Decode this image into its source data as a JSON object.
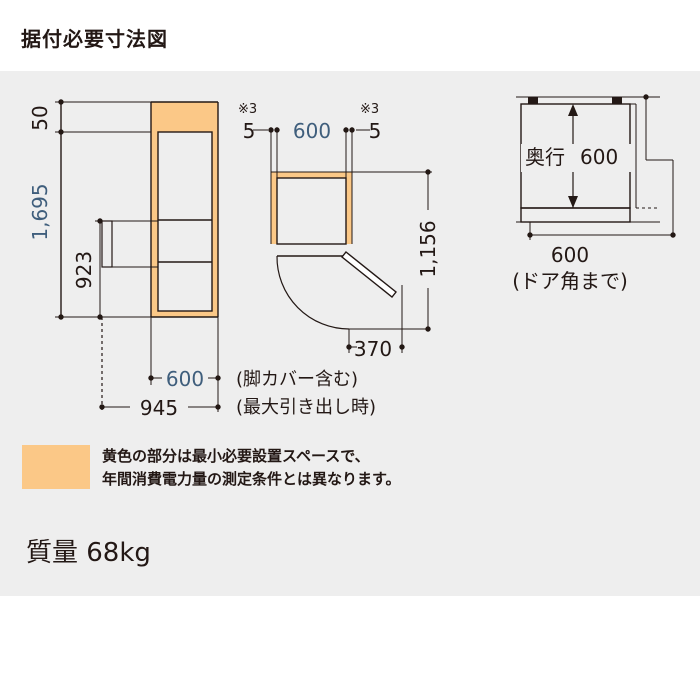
{
  "page_title": "据付必要寸法図",
  "dimensions": {
    "top_clearance": "50",
    "height": "1,695",
    "door_handle_height": "923",
    "depth_with_cover": "600",
    "depth_with_cover_note": "(脚カバー含む)",
    "depth_max_open": "945",
    "depth_max_open_note": "(最大引き出し時)",
    "side_mark_left": "※3",
    "side_mark_right": "※3",
    "side_gap_left": "5",
    "width": "600",
    "side_gap_right": "5",
    "door_open_depth": "1,156",
    "door_swing": "370",
    "depth_label": "奥行",
    "depth_value": "600",
    "depth_to_door_corner": "600",
    "depth_to_door_corner_note": "(ドア角まで)"
  },
  "legend": {
    "color": "#fbc887",
    "line1": "黄色の部分は最小必要設置スペースで、",
    "line2": "年間消費電力量の測定条件とは異なります。"
  },
  "weight_text": "質量 68kg",
  "colors": {
    "clearance": "#fbc887",
    "panel": "#eeeeee",
    "accent_text": "#3f5e7c",
    "line": "#231815"
  }
}
